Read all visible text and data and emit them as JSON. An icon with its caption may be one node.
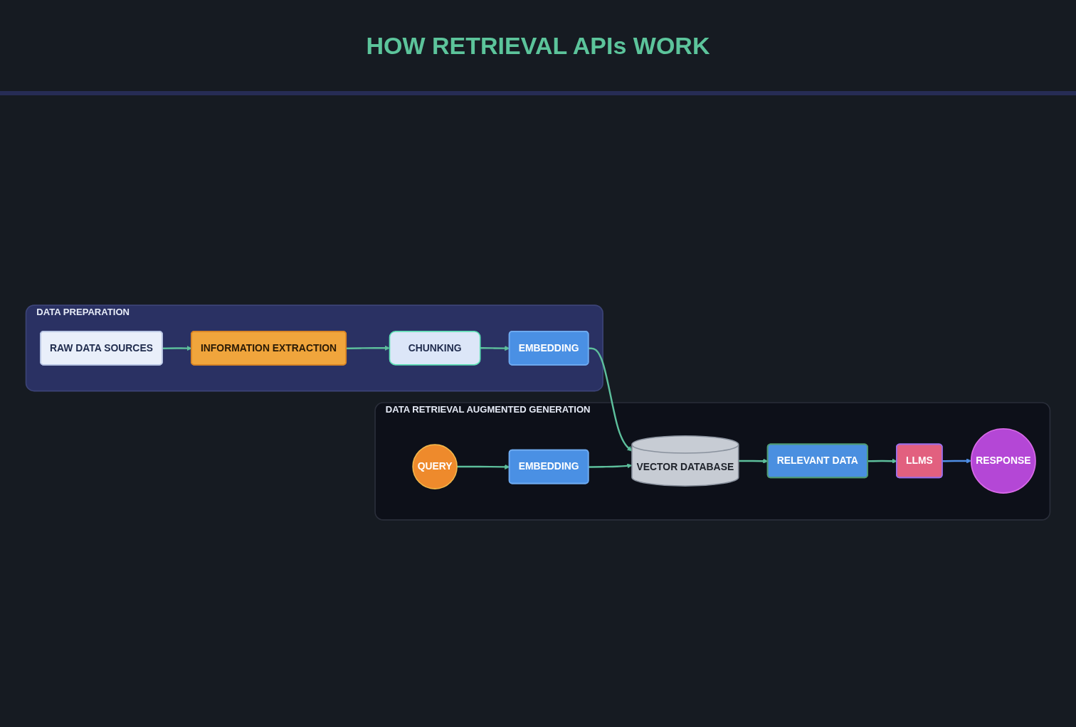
{
  "diagram": {
    "title": "HOW RETRIEVAL APIs WORK",
    "nodes": [
      {
        "text": [
          "DATA PREPARATION"
        ]
      },
      {
        "text": [
          "RAW DATA SOURCES"
        ],
        "in": 0
      },
      {
        "text": [
          "INFORMATION EXTRACTION"
        ],
        "in": 0
      },
      {
        "text": [
          "CHUNKING"
        ],
        "in": 0
      },
      {
        "text": [
          "EMBEDDING"
        ],
        "in": 0
      },
      {
        "text": [
          "DATA RETRIEVAL AUGMENTED GENERATION"
        ]
      },
      {
        "text": [
          "EMBEDDING"
        ],
        "in": 5
      },
      {
        "text": [
          "VECTOR DATABASE"
        ],
        "in": 5
      },
      {
        "text": [
          "RELEVANT DATA"
        ],
        "in": 5
      },
      {
        "text": [
          "QUERY"
        ],
        "in": 5
      },
      {
        "text": [
          "RESPONSE"
        ],
        "in": 5
      },
      {
        "text": [
          "LLMS"
        ],
        "in": 5
      }
    ],
    "edges": [
      {
        "from": 1,
        "to": 2,
        "arrow": "to"
      },
      {
        "from": 2,
        "to": 3,
        "arrow": "to"
      },
      {
        "from": 3,
        "to": 4,
        "arrow": "to"
      },
      {
        "from": 4,
        "to": 7,
        "arrow": "to"
      },
      {
        "from": 9,
        "to": 6,
        "arrow": "to"
      },
      {
        "from": 6,
        "to": 7,
        "arrow": "to"
      },
      {
        "from": 7,
        "to": 8,
        "arrow": "to"
      },
      {
        "from": 8,
        "to": 11,
        "arrow": "to"
      },
      {
        "from": 11,
        "to": 10,
        "arrow": "to",
        "color": "#4f8fe6"
      }
    ]
  }
}
